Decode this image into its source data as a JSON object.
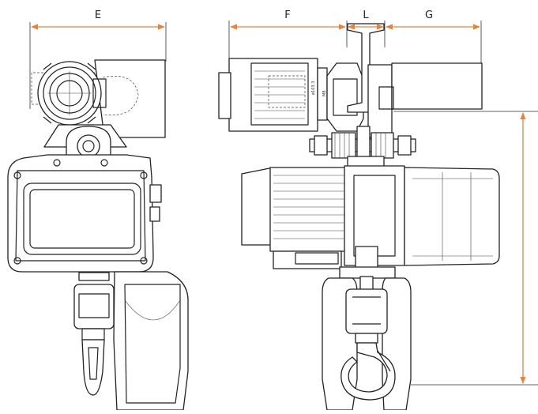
{
  "dimensions": {
    "E": "E",
    "F": "F",
    "L": "L",
    "G": "G",
    "H": ""
  },
  "colors": {
    "dimension_line": "#E8823A",
    "outline": "#222222",
    "background": "#FFFFFF"
  },
  "labels": {
    "motor_plate_text": "ø103.3",
    "motor_plate_text2": "M8"
  }
}
